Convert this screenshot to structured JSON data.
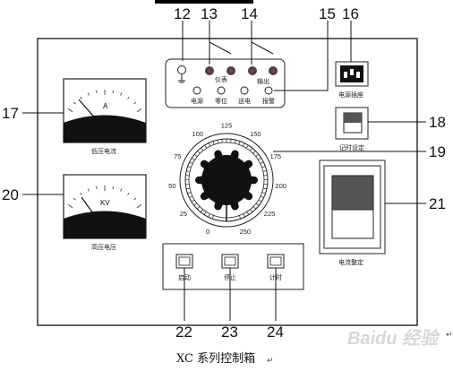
{
  "callouts": {
    "n12": "12",
    "n13": "13",
    "n14": "14",
    "n15": "15",
    "n16": "16",
    "n17": "17",
    "n18": "18",
    "n19": "19",
    "n20": "20",
    "n21": "21",
    "n22": "22",
    "n23": "23",
    "n24": "24"
  },
  "top_panel": {
    "meter_label": "仪表",
    "output_label": "输出",
    "lights": [
      "电源",
      "零位",
      "送电",
      "报警"
    ]
  },
  "power_socket_label": "电源插座",
  "timer_label": "记时设定",
  "current_adjust_label": "电流整定",
  "ammeter": {
    "unit": "A",
    "caption": "低压电流"
  },
  "kv_meter": {
    "unit": "KV",
    "caption": "高压电压"
  },
  "dial_scale": [
    "0",
    "25",
    "50",
    "75",
    "100",
    "125",
    "150",
    "175",
    "200",
    "225",
    "250"
  ],
  "buttons": [
    "启动",
    "停止",
    "计时"
  ],
  "figure_caption": "XC 系列控制箱",
  "watermark": "Baidu 经验"
}
